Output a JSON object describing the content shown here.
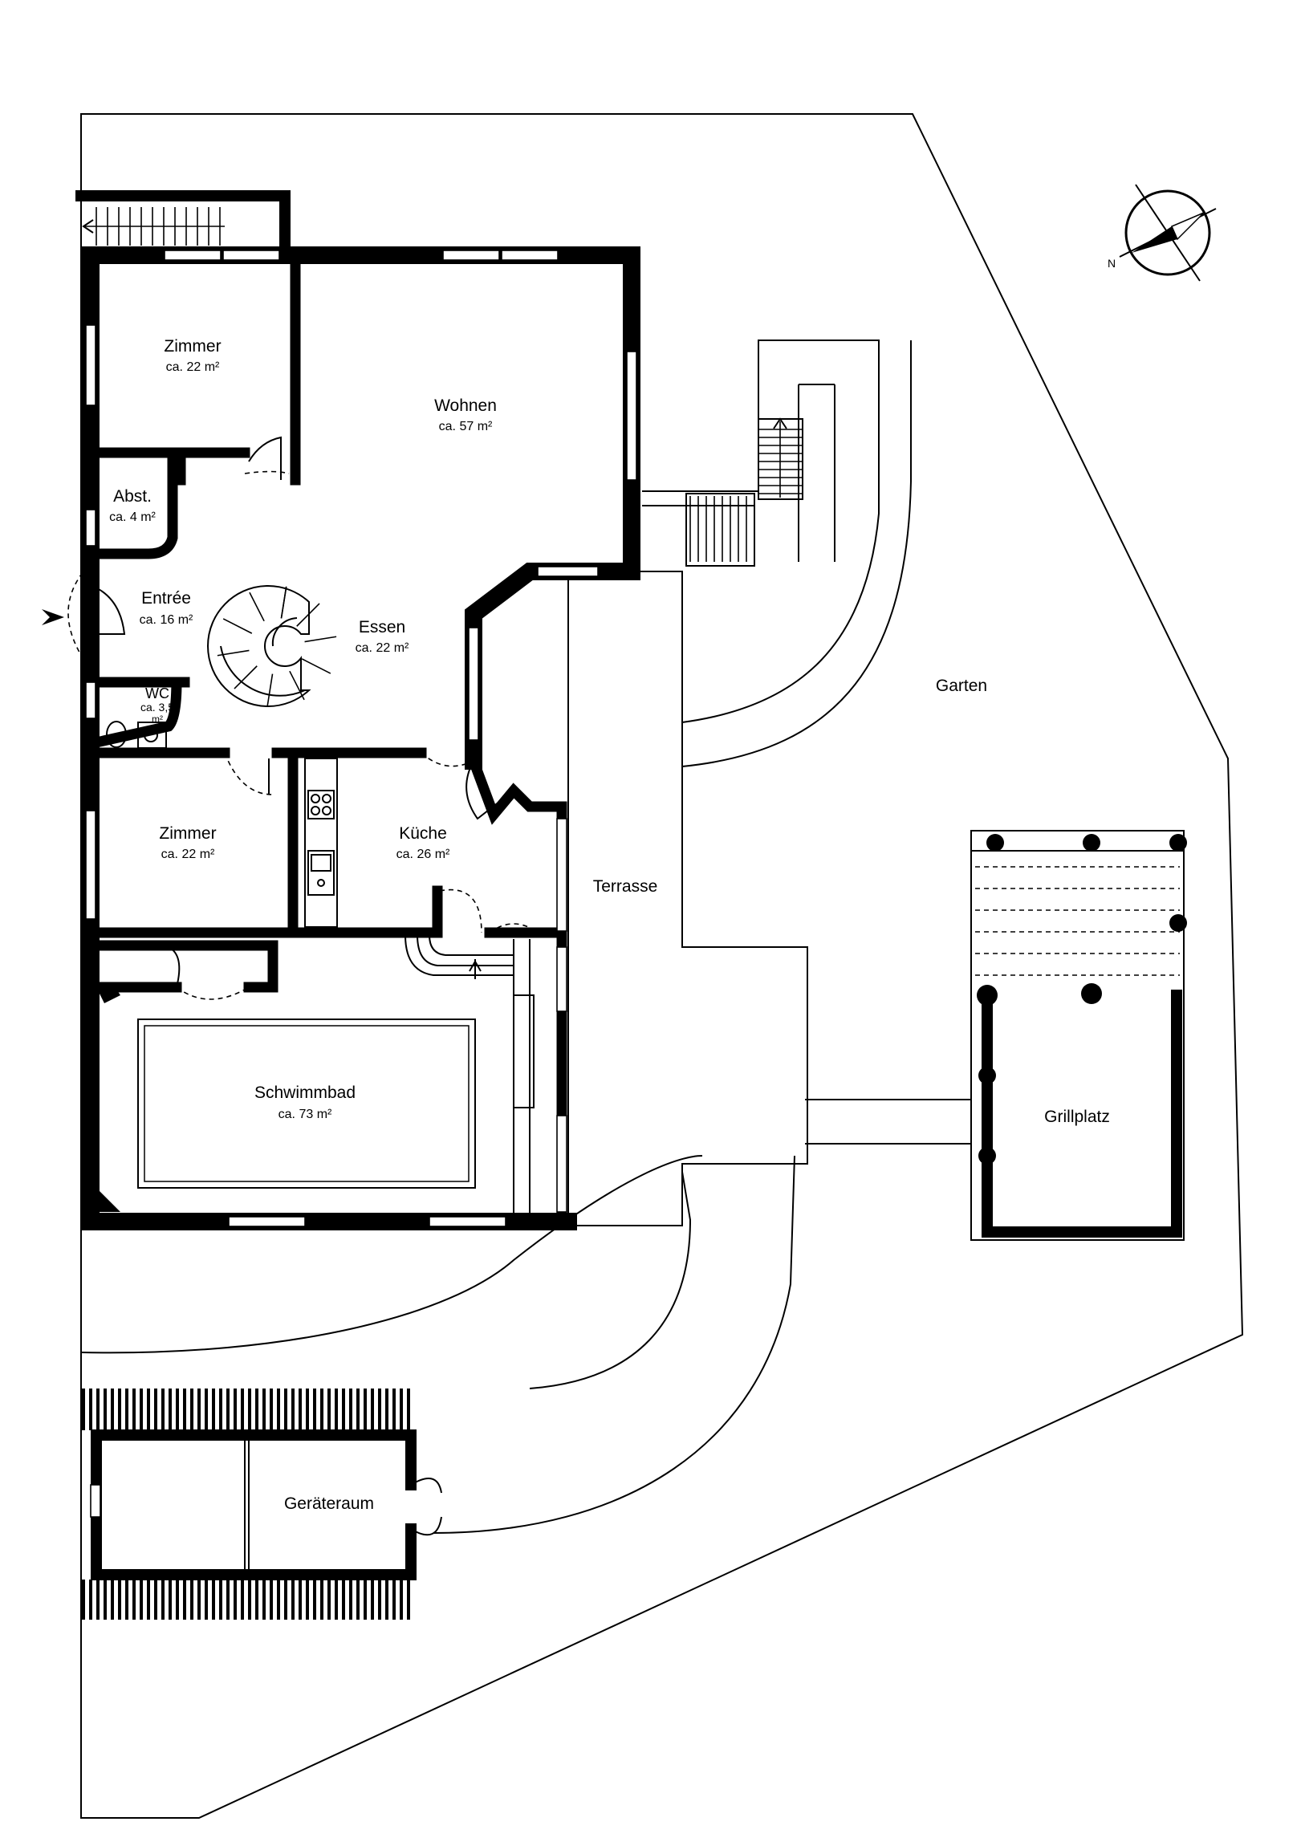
{
  "rooms": {
    "zimmer1": {
      "name": "Zimmer",
      "area": "ca. 22 m²"
    },
    "wohnen": {
      "name": "Wohnen",
      "area": "ca. 57 m²"
    },
    "abst": {
      "name": "Abst.",
      "area": "ca. 4 m²"
    },
    "entree": {
      "name": "Entrée",
      "area": "ca. 16 m²"
    },
    "essen": {
      "name": "Essen",
      "area": "ca. 22 m²"
    },
    "wc": {
      "name": "WC",
      "area_line1": "ca. 3,5",
      "area_line2": "m²"
    },
    "zimmer2": {
      "name": "Zimmer",
      "area": "ca. 22 m²"
    },
    "kueche": {
      "name": "Küche",
      "area": "ca. 26 m²"
    },
    "schwimmbad": {
      "name": "Schwimmbad",
      "area": "ca. 73 m²"
    },
    "terrasse": {
      "name": "Terrasse"
    },
    "garten": {
      "name": "Garten"
    },
    "grillplatz": {
      "name": "Grillplatz"
    },
    "geraeteraum": {
      "name": "Geräteraum"
    }
  },
  "compass": {
    "north_label": "N"
  },
  "icons": {
    "compass": "compass-rose-icon",
    "entrance": "entrance-arrow-icon"
  }
}
